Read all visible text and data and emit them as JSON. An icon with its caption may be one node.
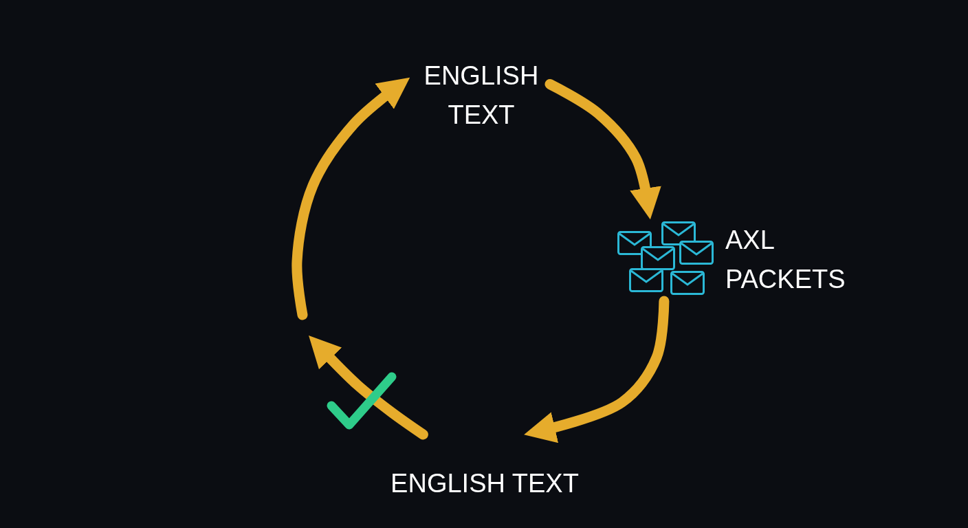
{
  "diagram": {
    "nodes": [
      {
        "text": [
          "ENGLISH TEXT"
        ]
      },
      {
        "text": [
          "AXL PACKETS"
        ]
      },
      {
        "text": [
          "ENGLISH TEXT"
        ]
      }
    ],
    "edges": [
      {
        "from": 0,
        "to": 1,
        "arrow": "to"
      },
      {
        "from": 1,
        "to": 2,
        "arrow": "to"
      },
      {
        "from": 2,
        "to": null,
        "arrow": "to"
      },
      {
        "from": null,
        "to": 0,
        "arrow": "to"
      }
    ]
  }
}
